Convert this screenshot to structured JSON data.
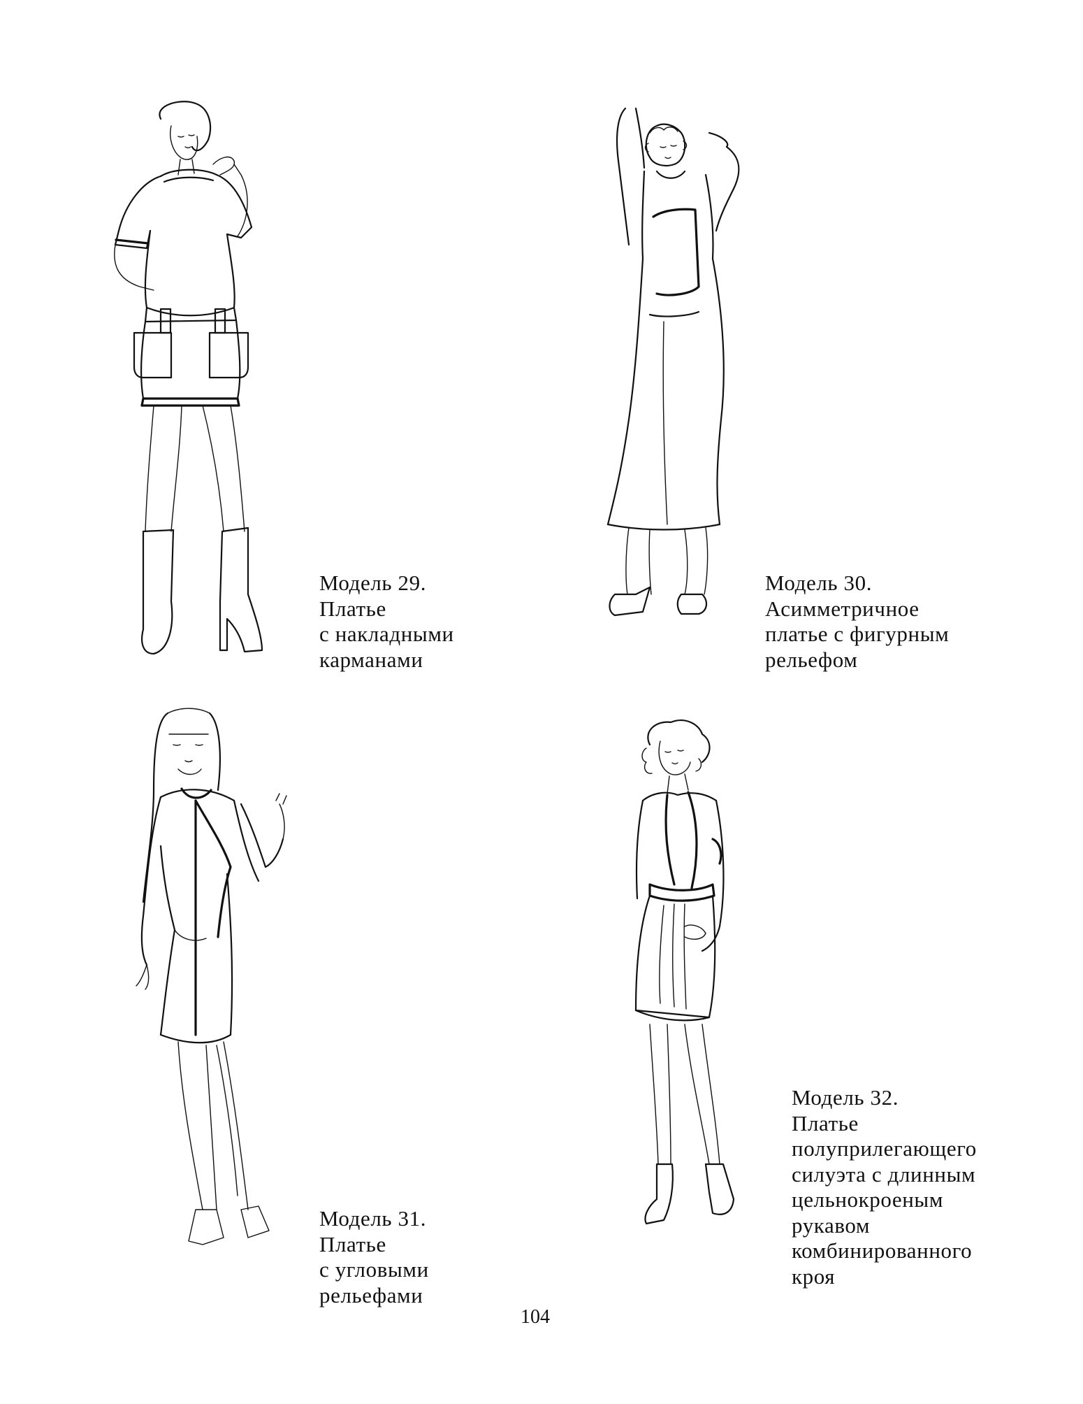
{
  "page_number": "104",
  "models": [
    {
      "title": "Модель 29.",
      "lines": [
        "Платье",
        "с накладными",
        "карманами"
      ]
    },
    {
      "title": "Модель 30.",
      "lines": [
        "Асимметричное",
        "платье с фигурным",
        "рельефом"
      ]
    },
    {
      "title": "Модель 31.",
      "lines": [
        "Платье",
        "с угловыми",
        "рельефами"
      ]
    },
    {
      "title": "Модель 32.",
      "lines": [
        "Платье",
        "полуприлегающего",
        "силуэта с длинным",
        "цельнокроеным",
        "рукавом",
        "комбинированного",
        "кроя"
      ]
    }
  ],
  "illustrations": [
    {
      "icon": "fashion-sketch-dress-with-patch-pockets-icon"
    },
    {
      "icon": "fashion-sketch-asymmetric-long-dress-icon"
    },
    {
      "icon": "fashion-sketch-dress-angular-reliefs-icon"
    },
    {
      "icon": "fashion-sketch-wrap-dress-icon"
    }
  ]
}
